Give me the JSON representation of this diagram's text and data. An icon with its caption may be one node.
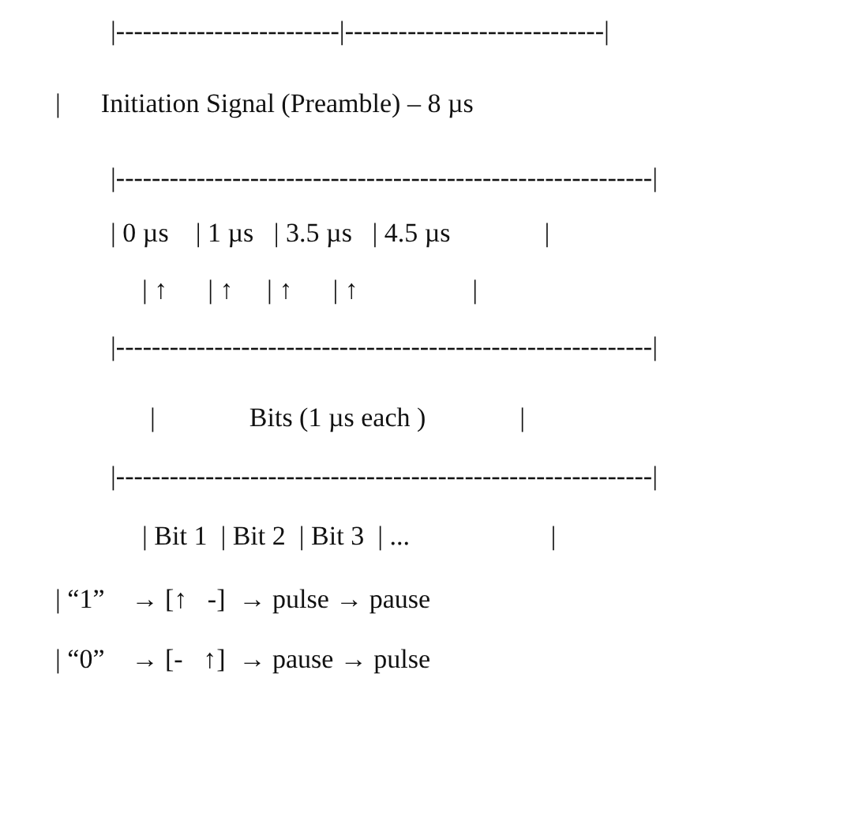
{
  "diagram": {
    "labels": [
      "|-------------------------|-----------------------------|",
      "|      Initiation Signal (Preamble) – 8 µs",
      "|------------------------------------------------------------|",
      "| 0 µs    | 1 µs   | 3.5 µs   | 4.5 µs              |",
      "| ↑      | ↑     | ↑      | ↑                 |",
      "|------------------------------------------------------------|",
      "|              Bits (1 µs each )              |",
      "|------------------------------------------------------------|",
      "| Bit 1  | Bit 2  | Bit 3  | ...                     |",
      "| “1”    → [↑   -]  → pulse → pause",
      "| “0”    → [-   ↑]  → pause → pulse"
    ]
  }
}
